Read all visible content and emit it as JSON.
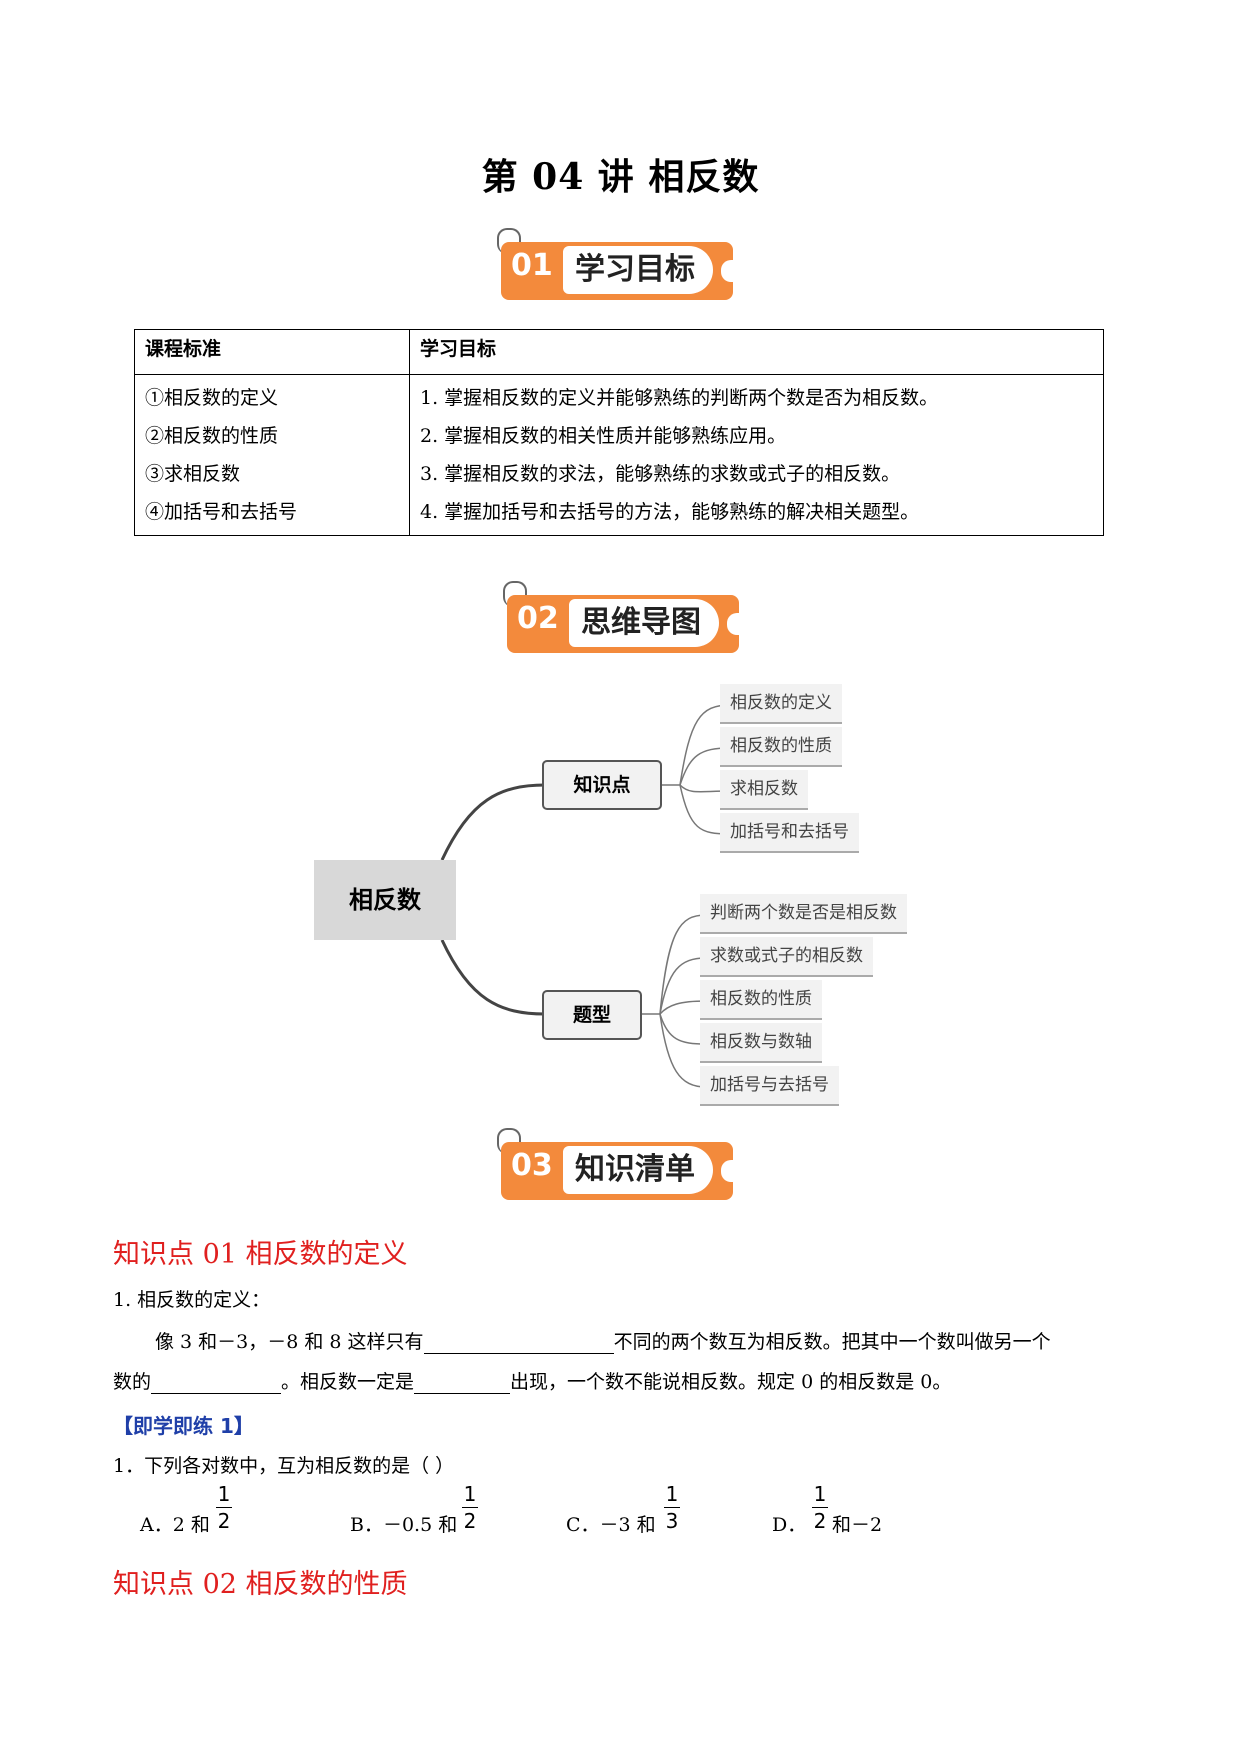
{
  "title": "第 04 讲  相反数",
  "badges": [
    {
      "num": "01",
      "label": "学习目标"
    },
    {
      "num": "02",
      "label": "思维导图"
    },
    {
      "num": "03",
      "label": "知识清单"
    }
  ],
  "goals_table": {
    "headers": [
      "课程标准",
      "学习目标"
    ],
    "standards": [
      "①相反数的定义",
      "②相反数的性质",
      "③求相反数",
      "④加括号和去括号"
    ],
    "targets": [
      "1. 掌握相反数的定义并能够熟练的判断两个数是否为相反数。",
      "2. 掌握相反数的相关性质并能够熟练应用。",
      "3. 掌握相反数的求法，能够熟练的求数或式子的相反数。",
      "4. 掌握加括号和去括号的方法，能够熟练的解决相关题型。"
    ]
  },
  "mindmap": {
    "root": "相反数",
    "branch1": {
      "label": "知识点",
      "leaves": [
        "相反数的定义",
        "相反数的性质",
        "求相反数",
        "加括号和去括号"
      ]
    },
    "branch2": {
      "label": "题型",
      "leaves": [
        "判断两个数是否是相反数",
        "求数或式子的相反数",
        "相反数的性质",
        "相反数与数轴",
        "加括号与去括号"
      ]
    }
  },
  "kp1": {
    "heading": "知识点 01  相反数的定义",
    "item_title": "1. 相反数的定义：",
    "line1_a": "像 3 和－3，－8 和 8 这样只有",
    "line1_b": "不同的两个数互为相反数。把其中一个数叫做另一个",
    "line2_a": "数的",
    "line2_b": "。相反数一定是",
    "line2_c": "出现，一个数不能说相反数。规定 0 的相反数是 0。"
  },
  "practice": {
    "label": "【即学即练 1】",
    "question": "1．下列各对数中，互为相反数的是（        ）",
    "options": [
      {
        "letter": "A．",
        "pre": "2 和",
        "num": "1",
        "den": "2",
        "post": ""
      },
      {
        "letter": "B．",
        "pre": "－0.5 和",
        "num": "1",
        "den": "2",
        "post": ""
      },
      {
        "letter": "C．",
        "pre": "－3 和",
        "num": "1",
        "den": "3",
        "post": ""
      },
      {
        "letter": "D．",
        "pre": "",
        "num": "1",
        "den": "2",
        "post": "和－2"
      }
    ]
  },
  "kp2": {
    "heading": "知识点 02  相反数的性质"
  }
}
